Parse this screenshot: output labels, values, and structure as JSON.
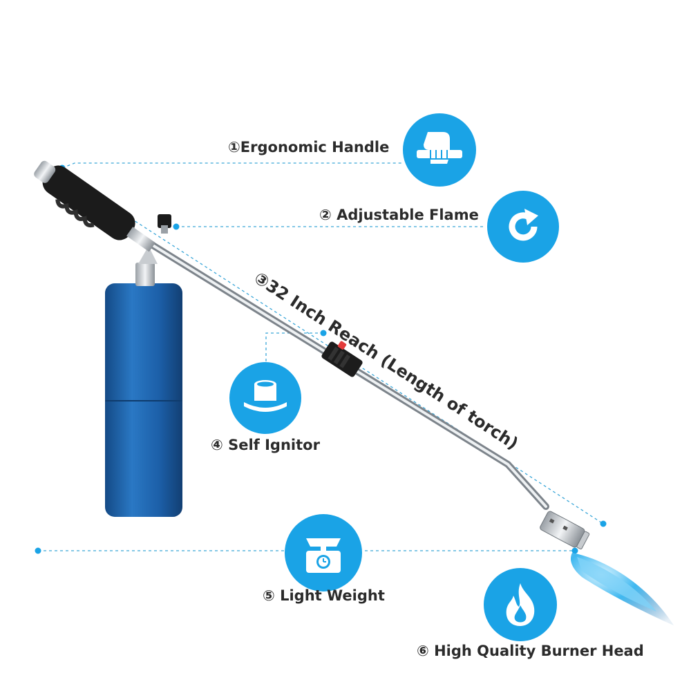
{
  "features": [
    {
      "label": "①Ergonomic Handle",
      "icon": "hand-grip-icon"
    },
    {
      "label": "② Adjustable Flame",
      "icon": "refresh-icon"
    },
    {
      "label": "③32 Inch Reach  (Length of torch)",
      "icon": ""
    },
    {
      "label": "④ Self Ignitor",
      "icon": "ignitor-icon"
    },
    {
      "label": "⑤ Light Weight",
      "icon": "scale-icon"
    },
    {
      "label": "⑥ High Quality Burner Head",
      "icon": "flame-icon"
    }
  ],
  "colors": {
    "accent": "#1aa3e6",
    "leader_line": "#3aa6d8",
    "canister": "#1c5fa8",
    "flame": "#3fb8f0",
    "handle": "#1b1b1b",
    "text": "#2b2b2b"
  }
}
